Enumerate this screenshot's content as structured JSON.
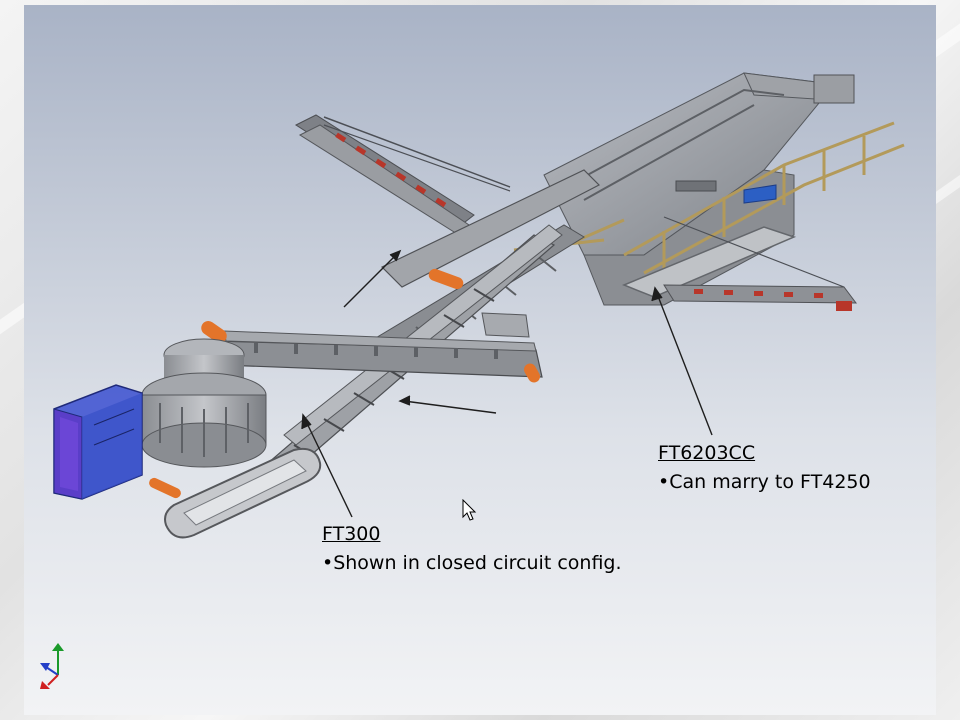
{
  "callouts": {
    "ft6203": {
      "title": "FT6203CC",
      "bullet": "•Can marry to FT4250"
    },
    "ft300": {
      "title": "FT300",
      "bullet": "•Shown in closed circuit config."
    }
  },
  "colors": {
    "background_top": "#a9b3c6",
    "background_bottom": "#f2f3f5",
    "frame_gray": "#8f9297",
    "roller_orange": "#e3742a",
    "roller_red": "#b8362a",
    "frame_tan": "#b39a5a",
    "hopper_blue": "#3a4fd0",
    "platform_blue": "#2c5fc4"
  },
  "icons": [
    "mouse-cursor-icon",
    "axis-triad-icon"
  ]
}
